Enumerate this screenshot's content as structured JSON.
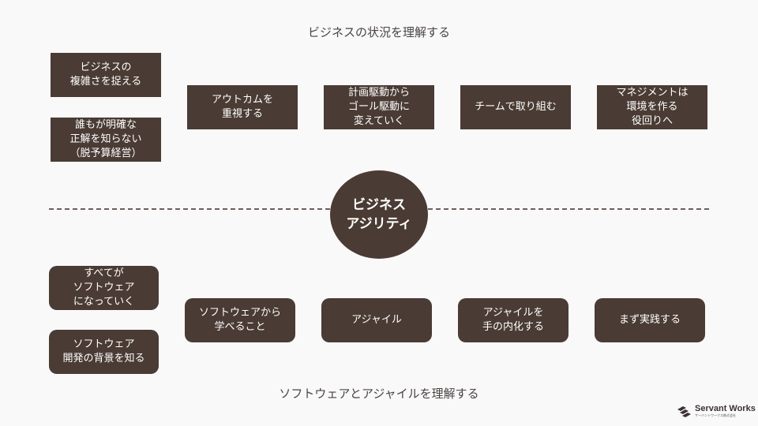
{
  "top_title": "ビジネスの状況を理解する",
  "bottom_title": "ソフトウェアとアジャイルを理解する",
  "center": "ビジネス\nアジリティ",
  "top_left": [
    "ビジネスの\n複雑さを捉える",
    "誰もが明確な\n正解を知らない\n（脱予算経営）"
  ],
  "top_row": [
    "アウトカムを\n重視する",
    "計画駆動から\nゴール駆動に\n変えていく",
    "チームで取り組む",
    "マネジメントは\n環境を作る\n役回りへ"
  ],
  "bottom_left": [
    "すべてが\nソフトウェア\nになっていく",
    "ソフトウェア\n開発の背景を知る"
  ],
  "bottom_row": [
    "ソフトウェアから\n学べること",
    "アジャイル",
    "アジャイルを\n手の内化する",
    "まず実践する"
  ],
  "logo": {
    "name": "Servant Works",
    "sub": "サーバントワークス株式会社"
  },
  "colors": {
    "box": "#4a3b34",
    "background": "#faf9f9",
    "dash": "#6b5f5a"
  }
}
